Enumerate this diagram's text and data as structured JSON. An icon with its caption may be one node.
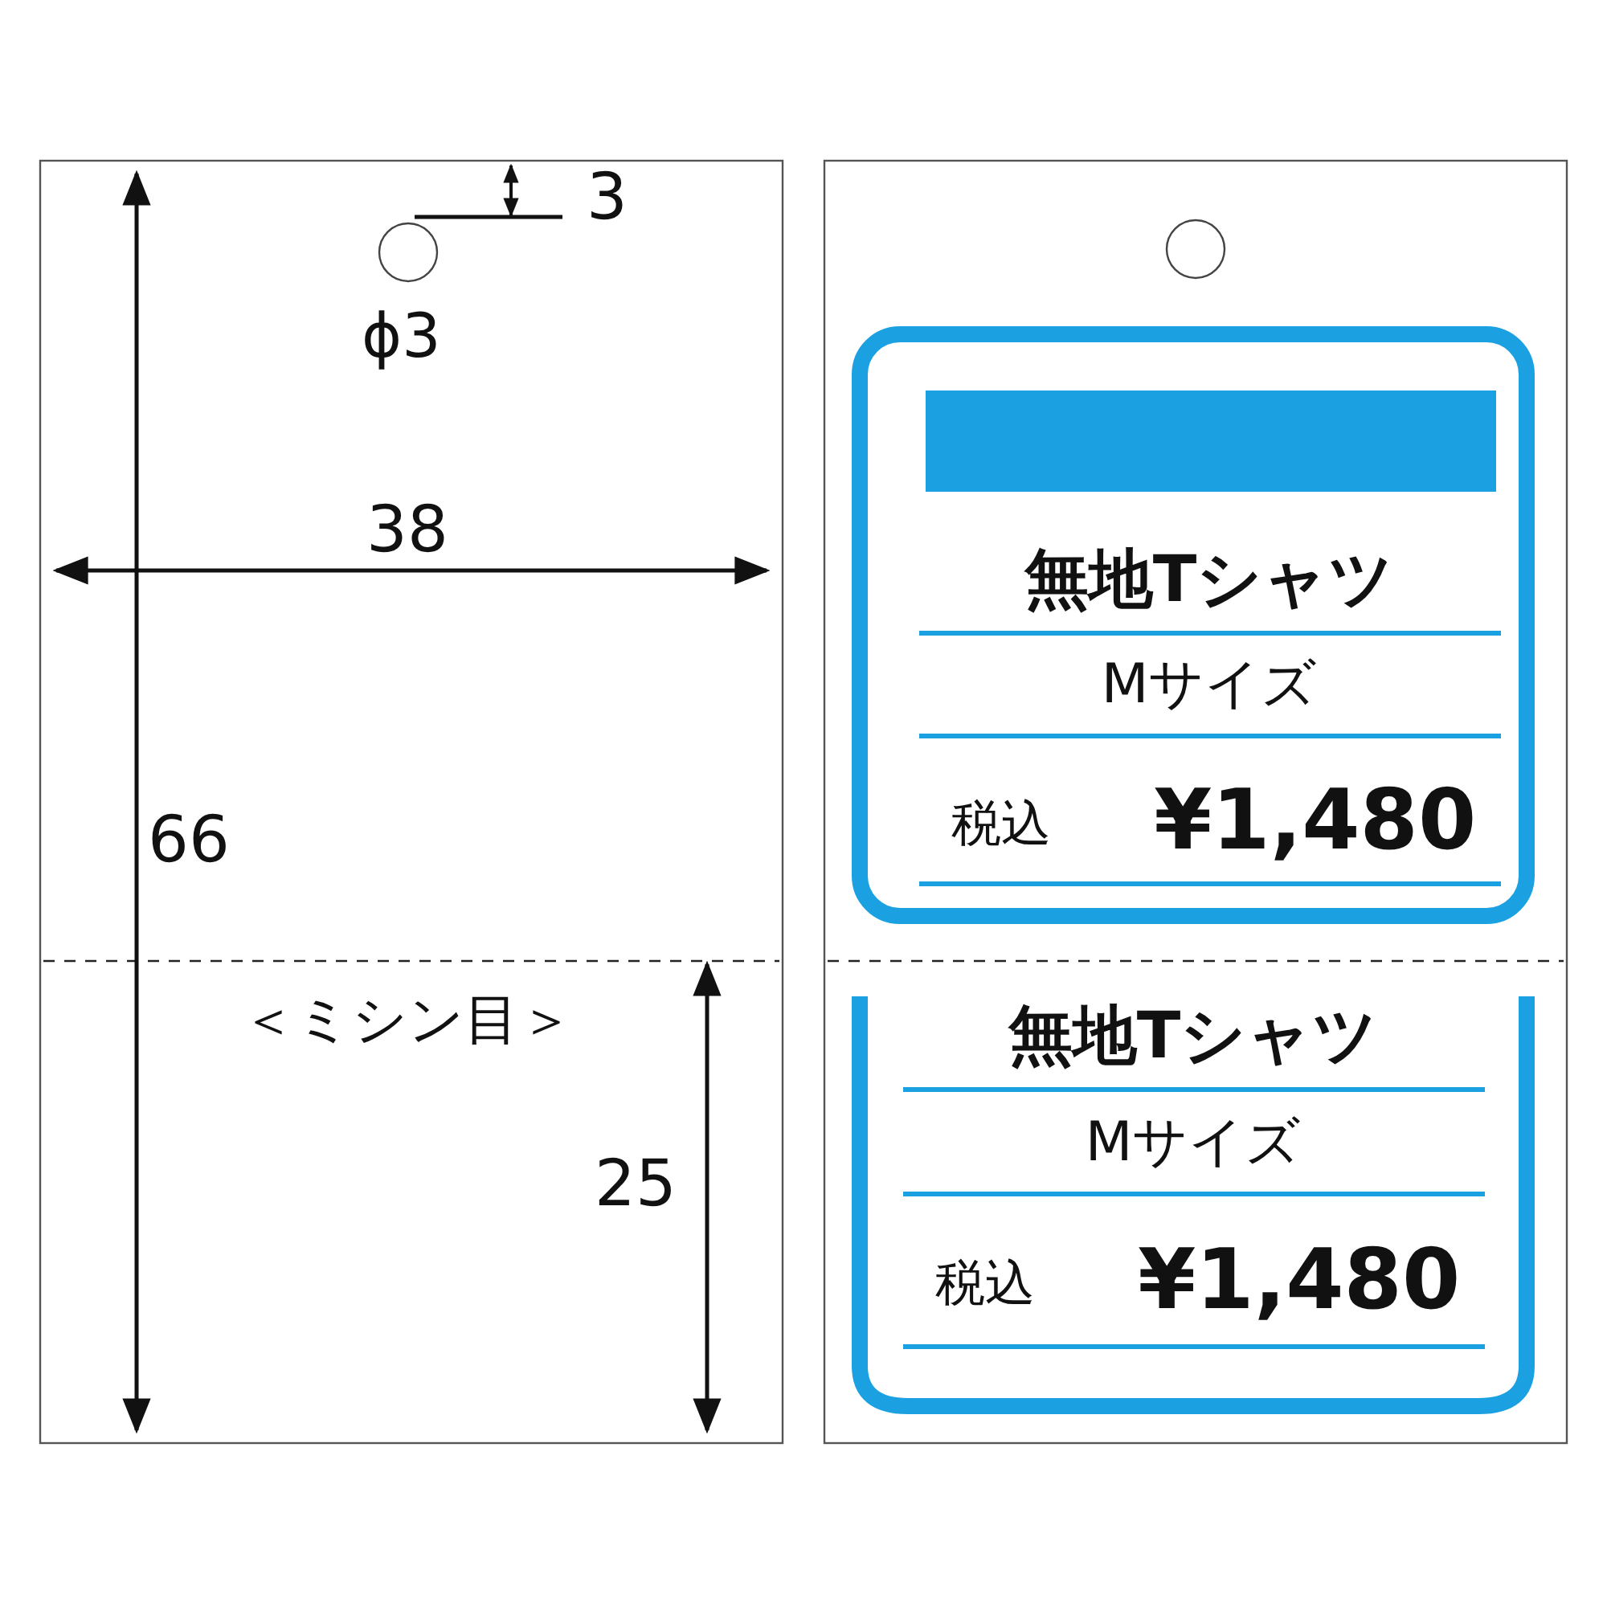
{
  "diagram": {
    "nodes": [
      {
        "text": [
          "無地Tシャツ",
          "Mサイズ",
          "税込",
          "¥1,480"
        ]
      },
      {
        "text": [],
        "shape": "bar",
        "in": 0
      },
      {
        "text": [
          "無地Tシャツ",
          "Mサイズ",
          "税込",
          "¥1,480"
        ]
      }
    ],
    "labels": [
      "3",
      "ϕ3",
      "38",
      "66",
      "＜ミシン目＞",
      "25"
    ]
  }
}
